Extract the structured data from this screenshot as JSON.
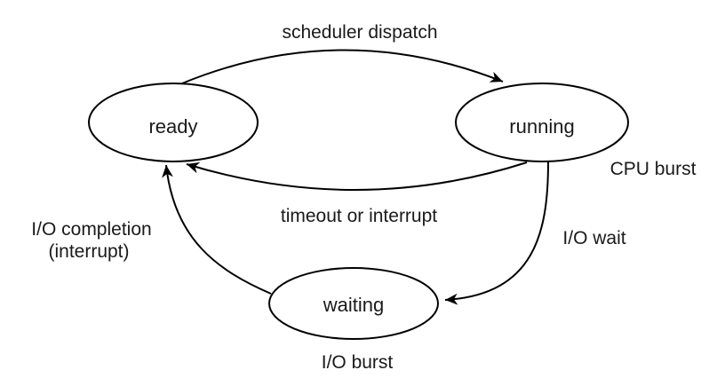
{
  "diagram": {
    "states": {
      "ready": "ready",
      "running": "running",
      "waiting": "waiting"
    },
    "edges": {
      "scheduler_dispatch": "scheduler dispatch",
      "timeout_or_interrupt": "timeout or interrupt",
      "io_wait": "I/O wait",
      "io_completion_line1": "I/O completion",
      "io_completion_line2": "(interrupt)"
    },
    "annotations": {
      "cpu_burst": "CPU burst",
      "io_burst": "I/O burst"
    },
    "colors": {
      "annotation": "#1414eb",
      "ink": "#1a1a1a",
      "stroke": "#000000"
    }
  }
}
